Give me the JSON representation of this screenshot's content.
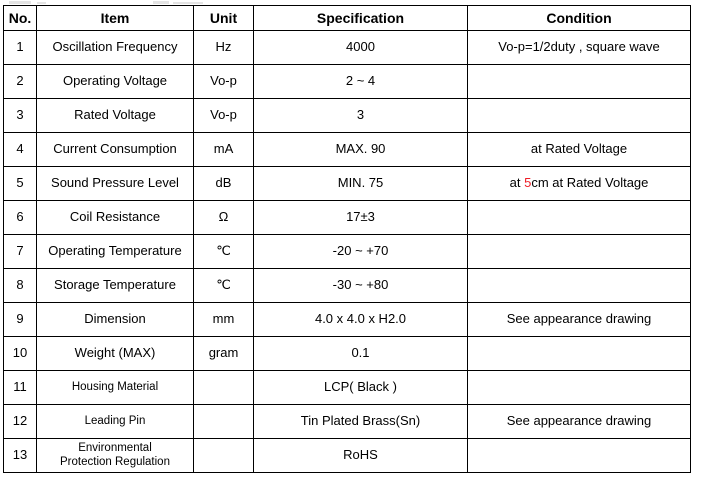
{
  "table": {
    "headers": [
      "No.",
      "Item",
      "Unit",
      "Specification",
      "Condition"
    ],
    "accent_red": "#ee1c25",
    "rows": [
      {
        "no": "1",
        "item": "Oscillation Frequency",
        "unit": "Hz",
        "spec": "4000",
        "condition": "Vo-p=1/2duty , square wave"
      },
      {
        "no": "2",
        "item": "Operating Voltage",
        "unit": "Vo-p",
        "spec": "2 ~ 4",
        "condition": ""
      },
      {
        "no": "3",
        "item": "Rated Voltage",
        "unit": "Vo-p",
        "spec": "3",
        "condition": ""
      },
      {
        "no": "4",
        "item": "Current Consumption",
        "unit": "mA",
        "spec": "MAX. 90",
        "condition": "at Rated Voltage"
      },
      {
        "no": "5",
        "item": "Sound Pressure Level",
        "unit": "dB",
        "spec": "MIN. 75",
        "condition_prefix": "at ",
        "condition_highlight": "5",
        "condition_suffix": "cm at Rated Voltage"
      },
      {
        "no": "6",
        "item": "Coil Resistance",
        "unit": "Ω",
        "spec": "17±3",
        "condition": ""
      },
      {
        "no": "7",
        "item": "Operating Temperature",
        "unit": "℃",
        "spec": "-20 ~ +70",
        "condition": ""
      },
      {
        "no": "8",
        "item": "Storage Temperature",
        "unit": "℃",
        "spec": "-30 ~ +80",
        "condition": ""
      },
      {
        "no": "9",
        "item": "Dimension",
        "unit": "mm",
        "spec": "4.0 x 4.0 x H2.0",
        "condition": "See appearance drawing"
      },
      {
        "no": "10",
        "item": "Weight (MAX)",
        "unit": "gram",
        "spec": "0.1",
        "condition": ""
      },
      {
        "no": "11",
        "item": "Housing Material",
        "unit": "",
        "spec": "LCP( Black )",
        "condition": ""
      },
      {
        "no": "12",
        "item": "Leading Pin",
        "unit": "",
        "spec": "Tin Plated Brass(Sn)",
        "condition": "See appearance drawing"
      },
      {
        "no": "13",
        "item_line1": "Environmental",
        "item_line2": "Protection Regulation",
        "unit": "",
        "spec": "RoHS",
        "condition": ""
      }
    ]
  }
}
